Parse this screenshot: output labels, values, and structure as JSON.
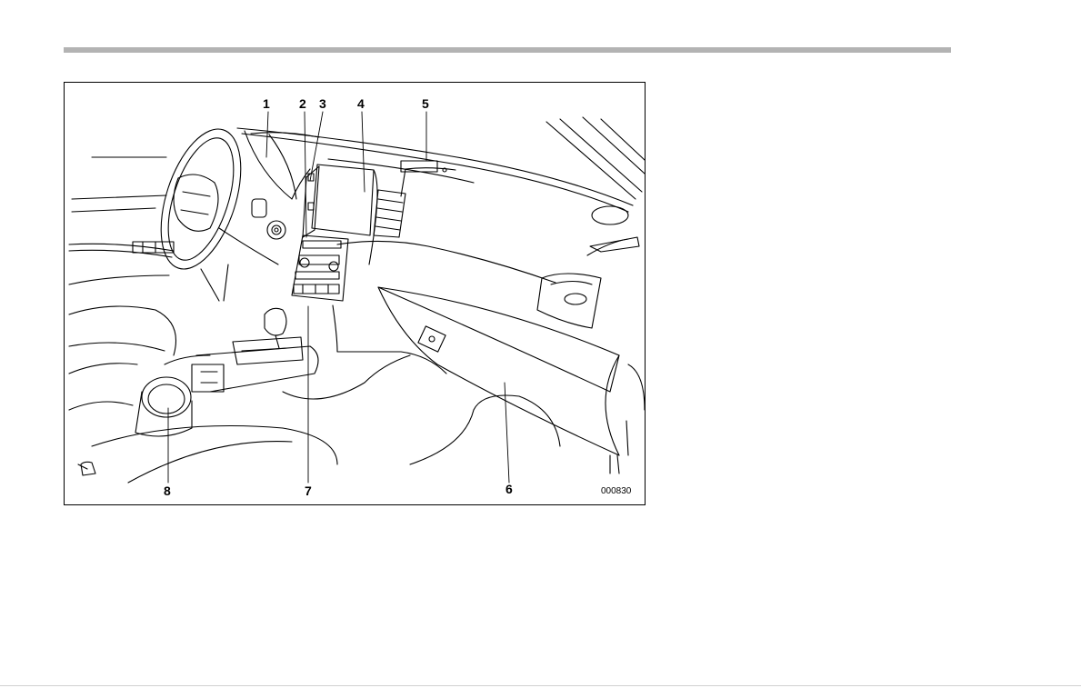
{
  "figure": {
    "id_label": "000830",
    "callouts": [
      "1",
      "2",
      "3",
      "4",
      "5",
      "6",
      "7",
      "8"
    ]
  },
  "colors": {
    "rule": "#b3b3b3",
    "line_art": "#000000"
  }
}
